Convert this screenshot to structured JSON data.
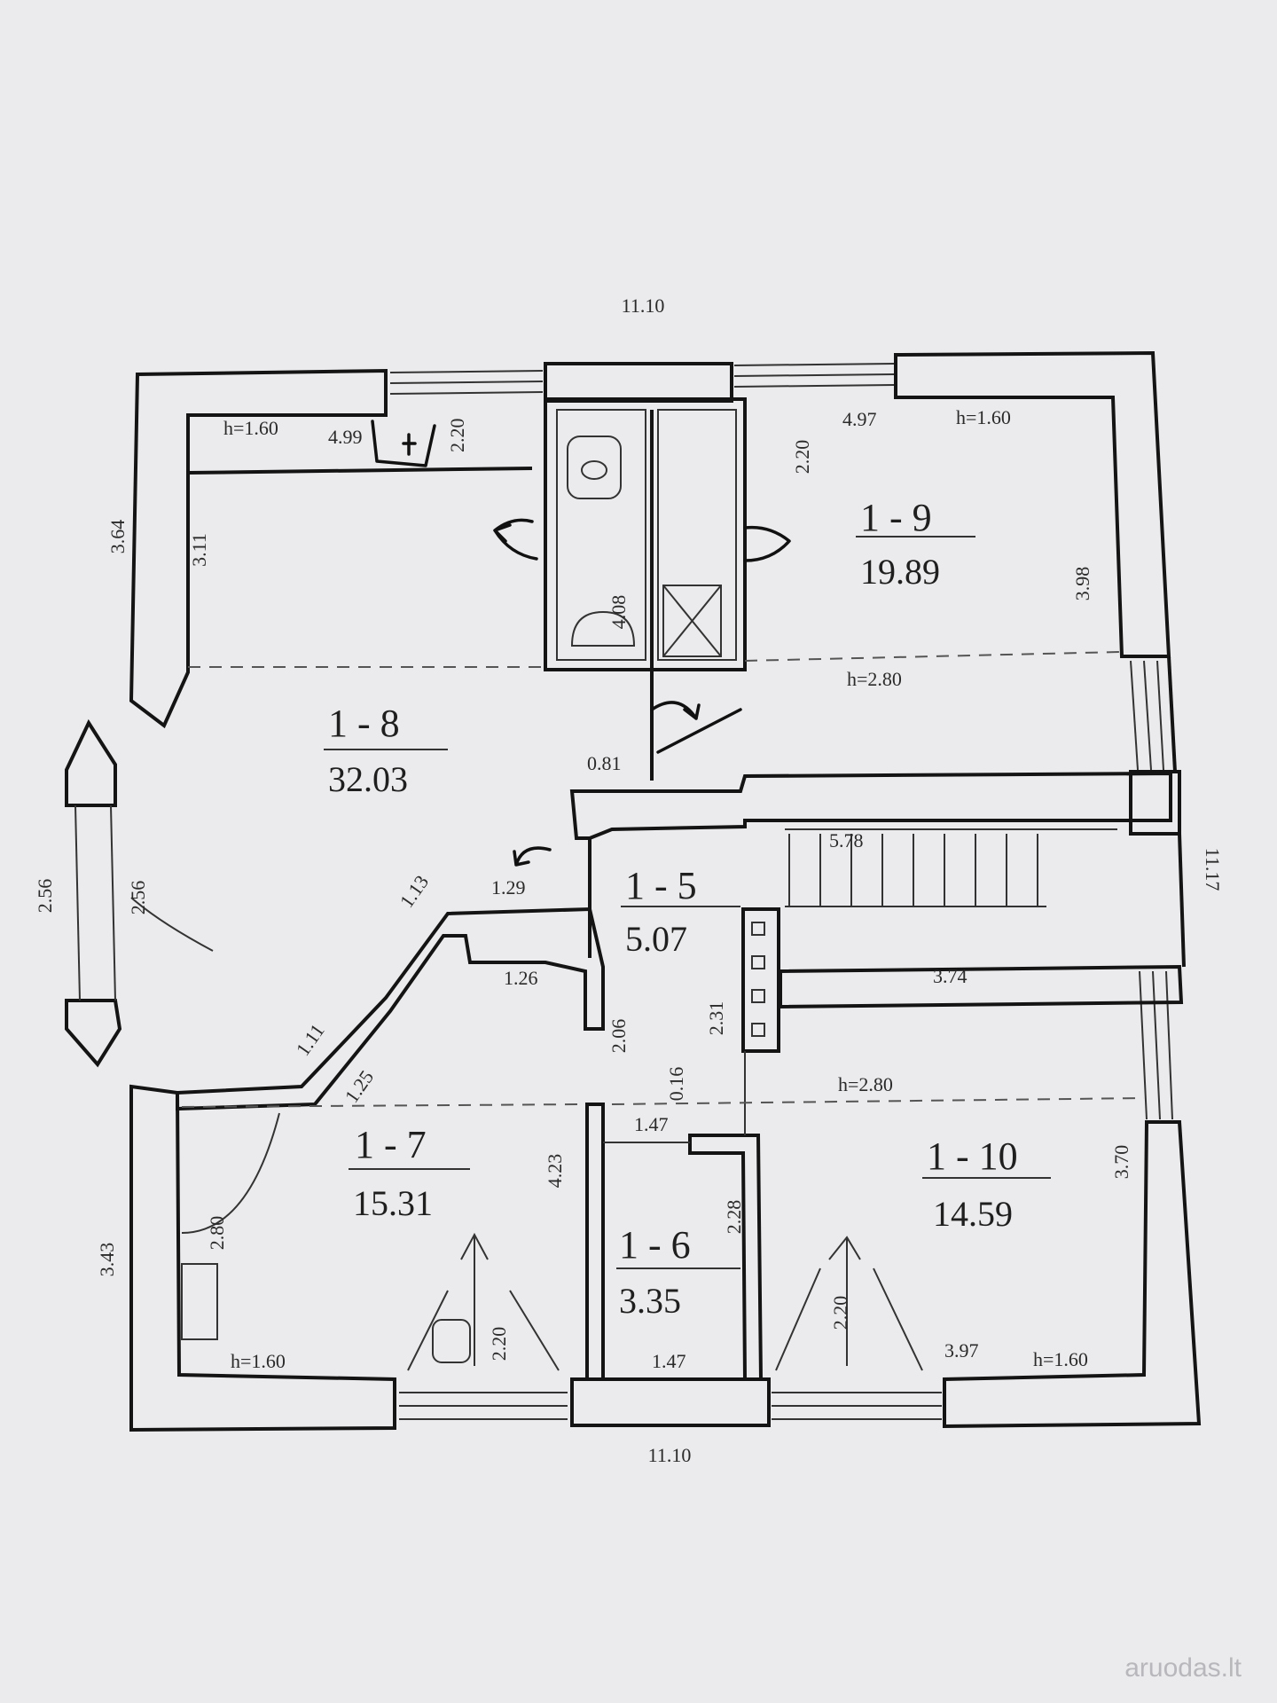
{
  "plan": {
    "overall_dims": {
      "top": "11.10",
      "bottom": "11.10",
      "right": "11.17"
    },
    "rooms": [
      {
        "id": "1 - 8",
        "area": "32.03"
      },
      {
        "id": "1 - 9",
        "area": "19.89"
      },
      {
        "id": "1 - 5",
        "area": "5.07"
      },
      {
        "id": "1 - 7",
        "area": "15.31"
      },
      {
        "id": "1 - 6",
        "area": "3.35"
      },
      {
        "id": "1 - 10",
        "area": "14.59"
      }
    ],
    "dimensions": [
      "h=1.60",
      "4.99",
      "2.20",
      "3.64",
      "3.11",
      "2.56",
      "2.56",
      "1.13",
      "1.29",
      "0.81",
      "4.08",
      "2.20",
      "4.97",
      "h=1.60",
      "3.98",
      "h=2.80",
      "5.78",
      "3.74",
      "1.26",
      "2.06",
      "2.31",
      "1.11",
      "1.25",
      "0.16",
      "1.47",
      "4.23",
      "h=2.80",
      "2.28",
      "3.70",
      "3.43",
      "2.80",
      "h=1.60",
      "2.20",
      "1.47",
      "2.20",
      "3.97",
      "h=1.60"
    ]
  },
  "watermark": "aruodas.lt"
}
